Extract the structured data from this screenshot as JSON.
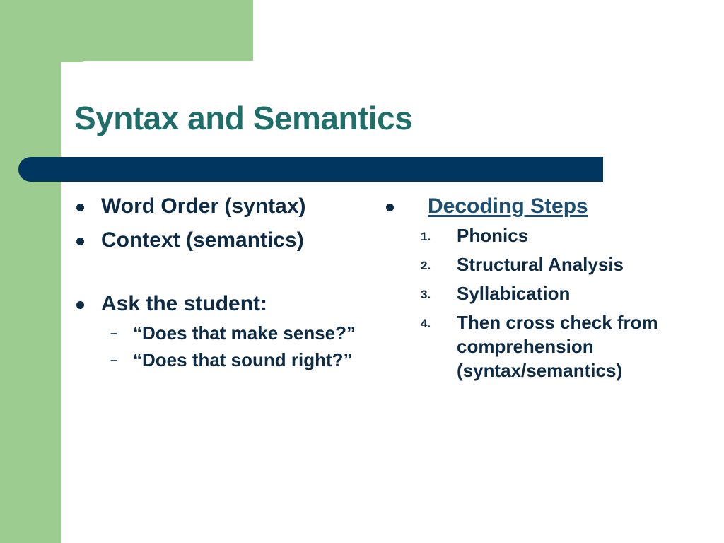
{
  "slide": {
    "title": "Syntax and Semantics",
    "colors": {
      "green_accent": "#9ccc90",
      "title_bar": "#00365f",
      "title_text": "#1f6e6a",
      "body_text": "#0d2b45"
    },
    "left_column": {
      "bullets": [
        "Word Order (syntax)",
        "Context (semantics)"
      ],
      "ask": {
        "label": "Ask the student:",
        "dash": "–",
        "questions": [
          "“Does that make sense?”",
          "“Does that sound right?”"
        ]
      }
    },
    "right_column": {
      "heading": "Decoding Steps",
      "steps": [
        {
          "num": "1.",
          "text": "Phonics"
        },
        {
          "num": "2.",
          "text": "Structural Analysis"
        },
        {
          "num": "3.",
          "text": "Syllabication"
        },
        {
          "num": "4.",
          "text": "Then cross check from comprehension (syntax/semantics)"
        }
      ]
    }
  }
}
